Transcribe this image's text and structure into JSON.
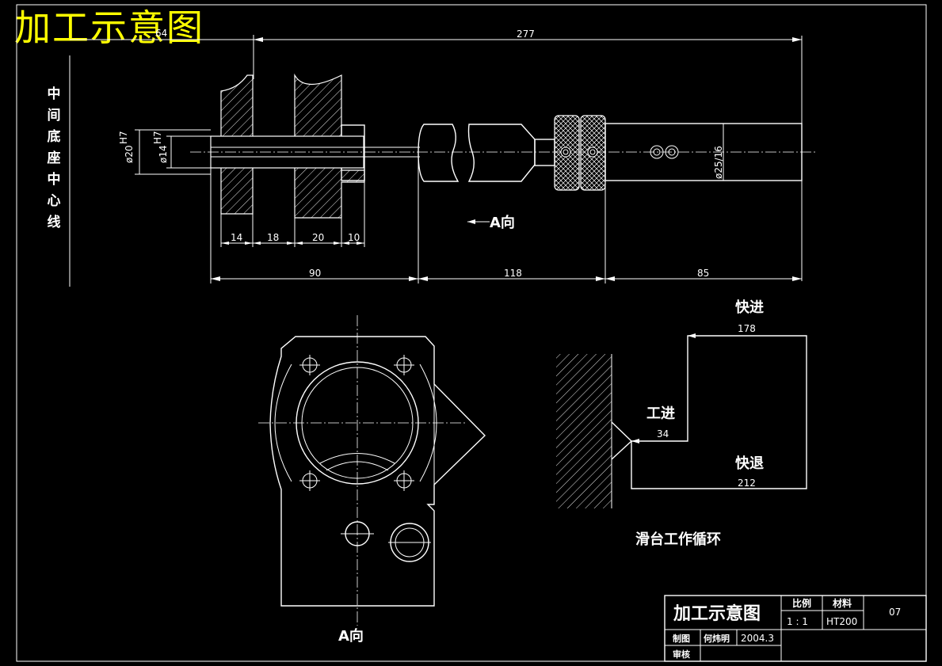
{
  "drawing_title": "加工示意图",
  "centerline_label_chars": [
    "中",
    "间",
    "底",
    "座",
    "中",
    "心",
    "线"
  ],
  "dimensions": {
    "top_left": "64",
    "overall": "277",
    "d20": "ø20",
    "d14": "ø14",
    "d20_fit": "H7",
    "d14_fit": "H7",
    "d25": "ø25/16",
    "seg_14": "14",
    "seg_18": "18",
    "seg_20": "20",
    "seg_10": "10",
    "len_90": "90",
    "len_118": "118",
    "len_85": "85"
  },
  "view_label_arrow": "A向",
  "view_label_bottom": "A向",
  "cycle": {
    "fast_in_label": "快进",
    "fast_in_value": "178",
    "work_in_label": "工进",
    "work_in_value": "34",
    "fast_back_label": "快退",
    "fast_back_value": "212",
    "caption": "滑台工作循环"
  },
  "title_block": {
    "name": "加工示意图",
    "scale_header": "比例",
    "material_header": "材料",
    "scale_value": "1 : 1",
    "material_value": "HT200",
    "sheet_no": "07",
    "drawn_label": "制图",
    "drawn_by": "何炜明",
    "date": "2004.3",
    "check_label": "审核"
  },
  "colors": {
    "background": "#000000",
    "lines": "#ffffff",
    "title_highlight": "#ffff00"
  }
}
